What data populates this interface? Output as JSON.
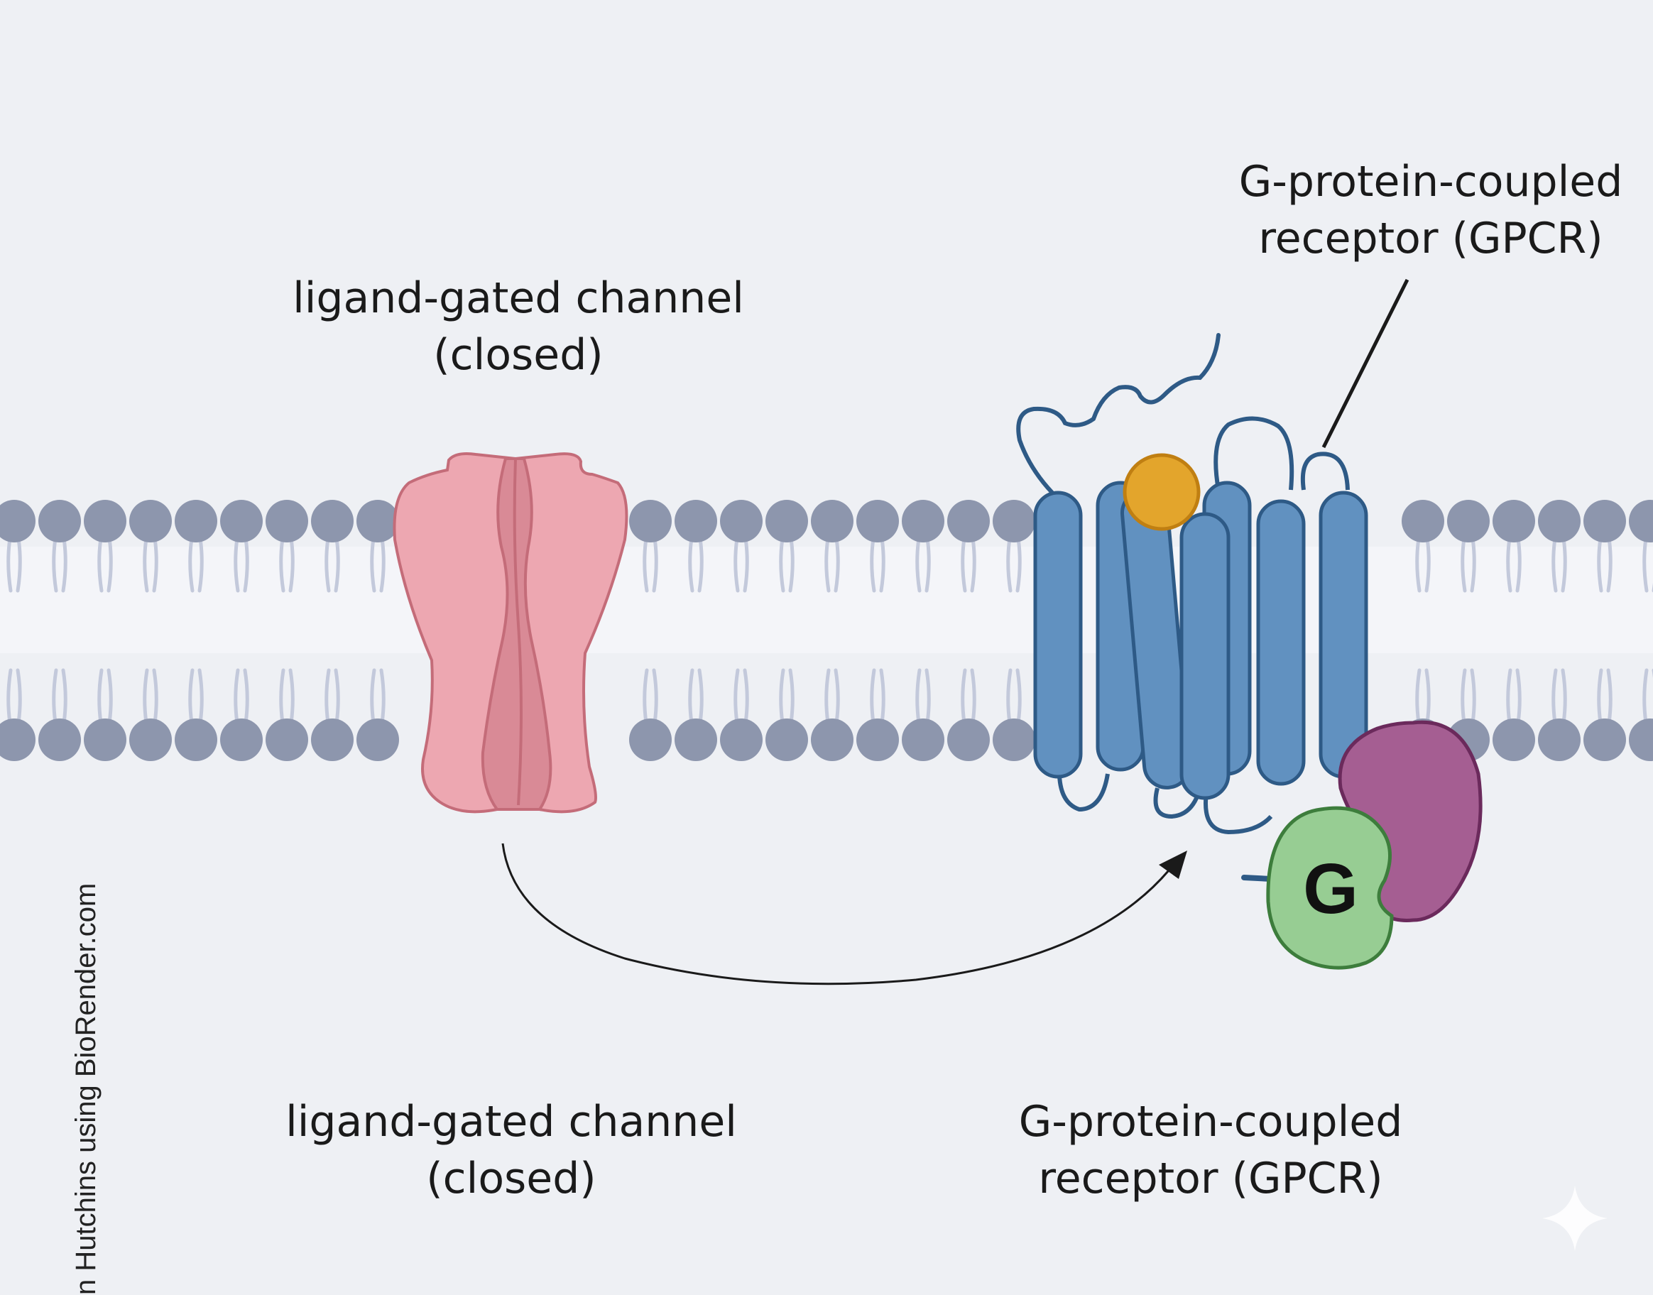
{
  "labels": {
    "lgc_top_line1": "ligand-gated channel",
    "lgc_top_line2": "(closed)",
    "gpcr_top_line1": "G-protein-coupled",
    "gpcr_top_line2": "receptor (GPCR)",
    "lgc_bottom_line1": "ligand-gated channel",
    "lgc_bottom_line2": "(closed)",
    "gpcr_bottom_line1": "G-protein-coupled",
    "gpcr_bottom_line2": "receptor (GPCR)",
    "g_protein_letter": "G"
  },
  "credit": "n Hutchins using BioRender.com",
  "colors": {
    "background": "#eef0f4",
    "lipid_head": "#8d96ad",
    "lipid_tail": "#c3c9db",
    "channel_fill": "#eda7b1",
    "channel_inner": "#d98a96",
    "channel_stroke": "#c46c79",
    "gpcr_fill": "#6191c0",
    "gpcr_stroke": "#2e5a86",
    "ligand": "#e3a52c",
    "g_protein_green": "#97cd93",
    "g_protein_purple": "#a55e92"
  },
  "icons": [
    "lipid-bilayer",
    "ligand-gated-channel-icon",
    "gpcr-icon",
    "ligand-icon",
    "g-protein-icon",
    "curved-arrow-icon",
    "sparkle-icon"
  ]
}
